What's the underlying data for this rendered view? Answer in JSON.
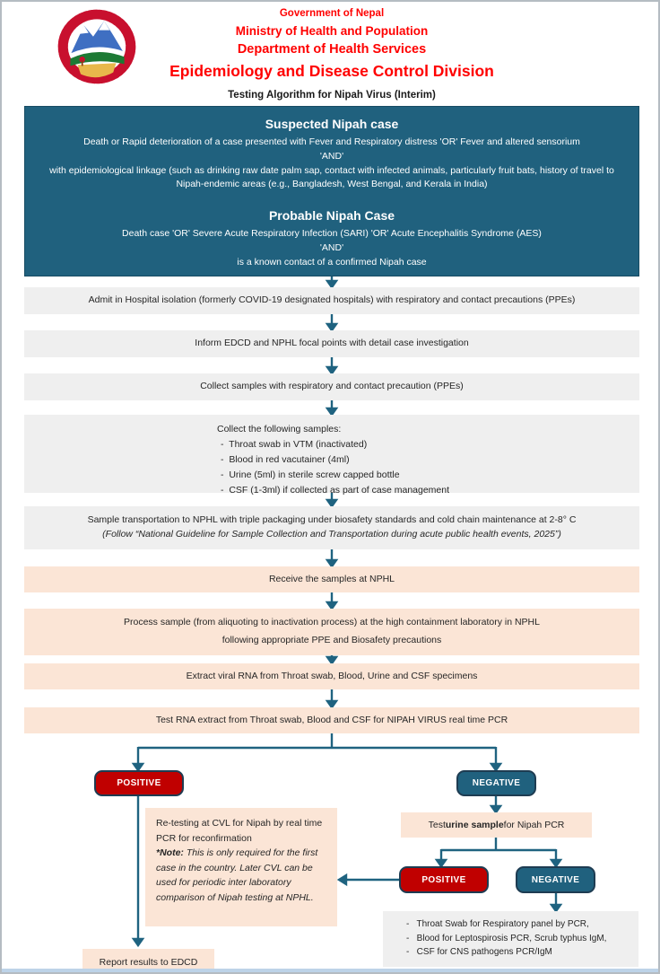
{
  "colors": {
    "teal_box": "#20617E",
    "red_box": "#C00000",
    "peach_box": "#FBE5D6",
    "gray_box": "#EFEFEF",
    "arrow": "#1F6380",
    "header_text": "#FF0000"
  },
  "header": {
    "line1": "Government of Nepal",
    "line2": "Ministry of Health and Population",
    "line3": "Department of Health Services",
    "line4": "Epidemiology and Disease Control Division",
    "algorithm_title": "Testing Algorithm for Nipah Virus (Interim)"
  },
  "suspected": {
    "title": "Suspected Nipah case",
    "criteria1": "Death or Rapid deterioration of a case presented with Fever and Respiratory distress 'OR' Fever and altered sensorium",
    "and": "'AND'",
    "criteria2": "with epidemiological linkage (such as drinking raw date palm sap, contact with infected animals, particularly fruit bats, history of travel to Nipah-endemic areas (e.g., Bangladesh, West Bengal, and Kerala in India)"
  },
  "probable": {
    "title": "Probable Nipah Case",
    "criteria1": "Death case 'OR' Severe Acute Respiratory Infection (SARI) 'OR' Acute Encephalitis Syndrome (AES)",
    "and": "'AND'",
    "criteria2": "is a known contact of a confirmed Nipah case"
  },
  "steps": {
    "admit": "Admit in Hospital isolation (formerly COVID-19 designated hospitals) with respiratory and contact precautions (PPEs)",
    "inform": "Inform EDCD and NPHL focal points with detail case investigation",
    "collect_precaution": "Collect samples with respiratory and contact precaution (PPEs)"
  },
  "samples": {
    "title": "Collect the following samples:",
    "items": [
      "Throat swab in VTM (inactivated)",
      "Blood in red vacutainer (4ml)",
      "Urine (5ml) in sterile screw capped bottle",
      "CSF (1-3ml) if collected as part of case management"
    ]
  },
  "transport": {
    "line1": "Sample transportation to NPHL with triple packaging under biosafety standards and cold chain maintenance at 2-8° C",
    "line2": "(Follow “National Guideline for Sample Collection and Transportation during acute public health events, 2025”)"
  },
  "nphl": {
    "receive": "Receive the samples at NPHL",
    "process_line1": "Process sample (from aliquoting to inactivation process) at the high containment laboratory in NPHL",
    "process_line2": "following appropriate PPE and Biosafety precautions",
    "extract": "Extract viral RNA from Throat swab, Blood, Urine and CSF specimens",
    "test_pcr": "Test RNA extract from Throat swab, Blood and CSF for NIPAH VIRUS real time PCR"
  },
  "branch1": {
    "positive_label": "POSITIVE",
    "negative_label": "NEGATIVE"
  },
  "retest": {
    "text": "Re-testing at CVL for Nipah by real time PCR for reconfirmation",
    "note_label": "*Note:",
    "note_text": "This is only required for the first case in the country. Later CVL can be used for periodic inter laboratory comparison of Nipah testing at NPHL."
  },
  "urine": {
    "prefix": "Test ",
    "bold": "urine sample",
    "suffix": " for Nipah PCR"
  },
  "branch2": {
    "positive_label": "POSITIVE",
    "negative_label": "NEGATIVE"
  },
  "followup": {
    "items": [
      "Throat Swab for Respiratory panel by PCR,",
      "Blood for Leptospirosis PCR, Scrub typhus IgM,",
      "CSF for CNS pathogens PCR/IgM"
    ]
  },
  "report": {
    "label": "Report results to EDCD"
  }
}
